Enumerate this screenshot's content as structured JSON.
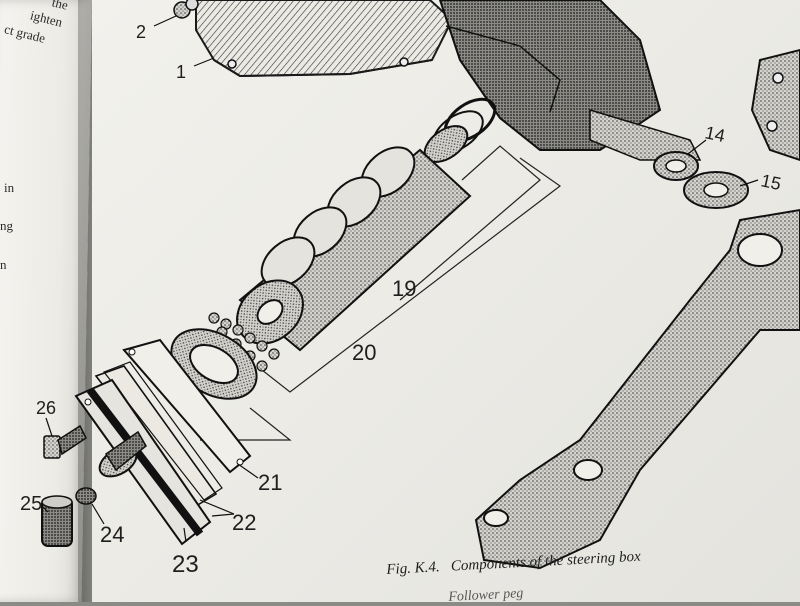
{
  "left_page": {
    "lines": [
      "the",
      "ighten",
      "ct grade",
      "in",
      "ng",
      "n"
    ]
  },
  "figure": {
    "callouts": [
      "1",
      "2",
      "14",
      "15",
      "19",
      "20",
      "21",
      "22",
      "23",
      "24",
      "25",
      "26"
    ]
  },
  "caption": {
    "label": "Fig. K.4.",
    "text": "Components of the steering box",
    "next_line": "Follower peg"
  }
}
